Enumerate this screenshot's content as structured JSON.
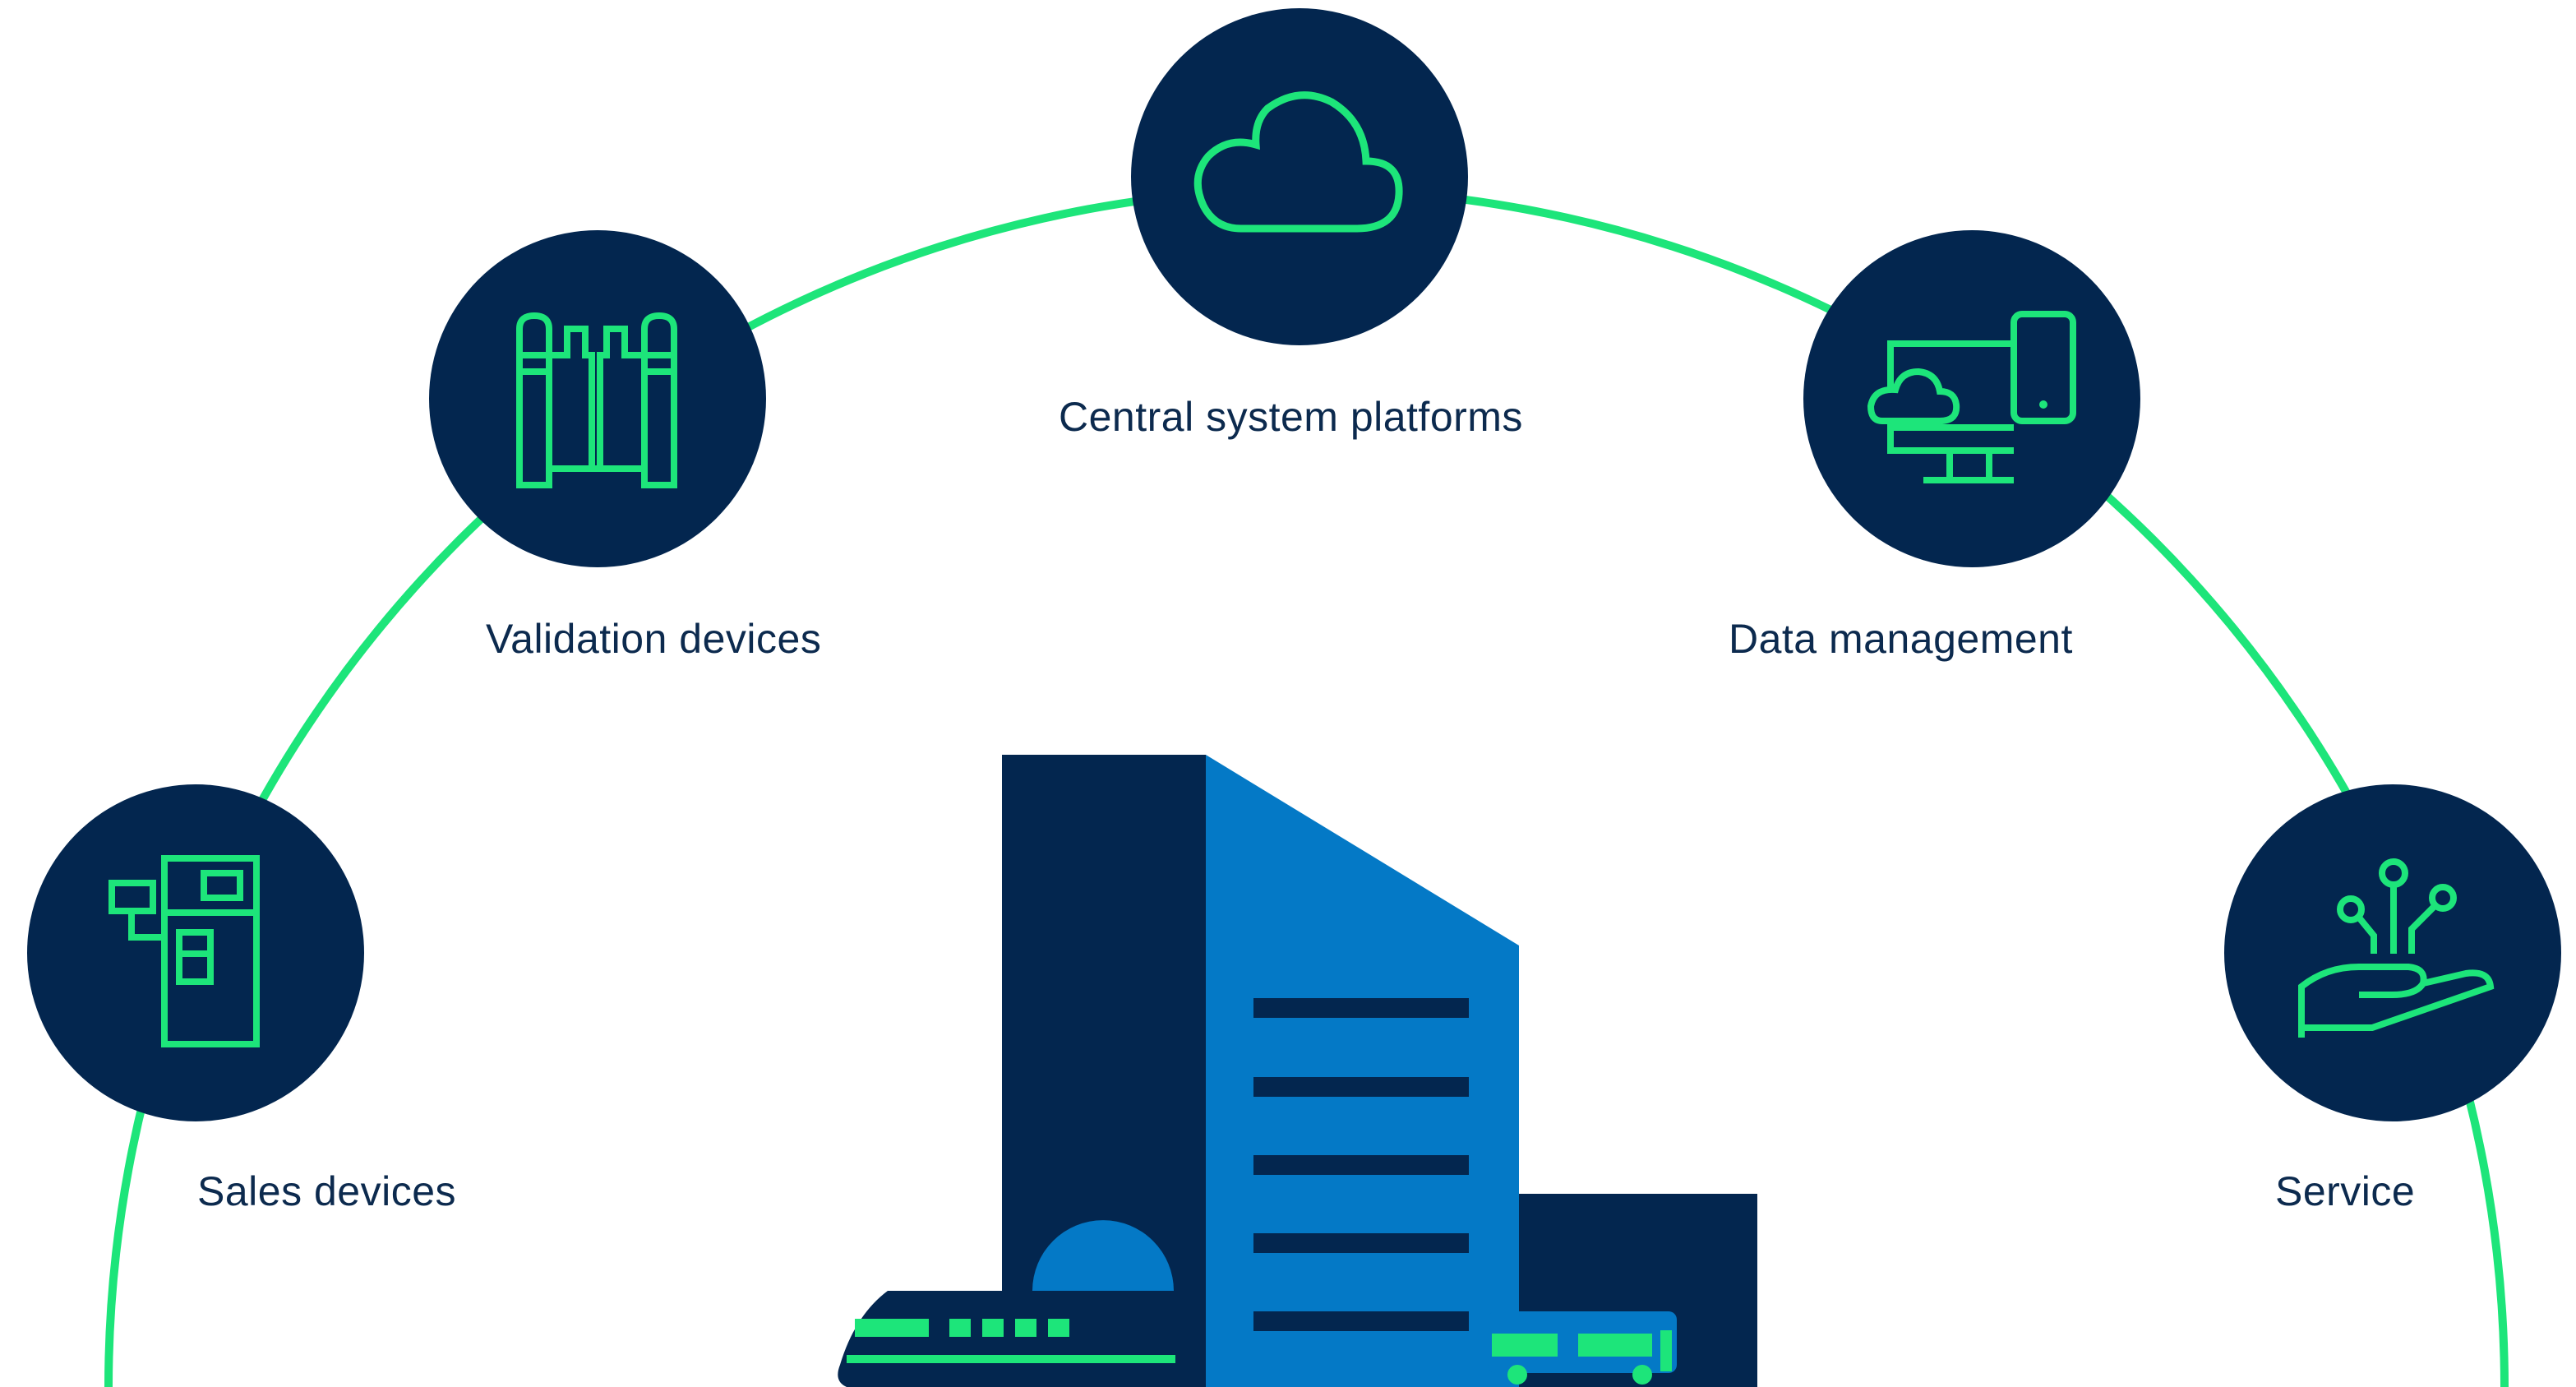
{
  "colors": {
    "arc": "#1de57a",
    "node_fill": "#03264f",
    "accent": "#1de57a",
    "label_text": "#0c2a4e",
    "building_dark": "#03264f",
    "building_blue": "#0479c6",
    "background": "#ffffff"
  },
  "nodes": {
    "central": {
      "label": "Central system platforms",
      "icon": "cloud-icon"
    },
    "validation": {
      "label": "Validation devices",
      "icon": "validation-gate-icon"
    },
    "data": {
      "label": "Data management",
      "icon": "computer-cloud-icon"
    },
    "sales": {
      "label": "Sales devices",
      "icon": "ticket-machine-icon"
    },
    "service": {
      "label": "Service",
      "icon": "hand-circuit-icon"
    }
  },
  "center_illustration": {
    "icon": "transit-building-illustration"
  }
}
